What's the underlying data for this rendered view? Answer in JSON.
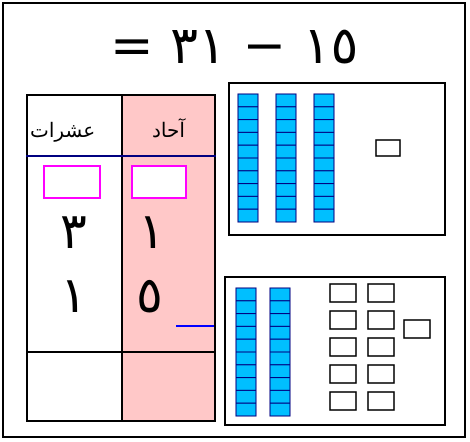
{
  "equation": {
    "text": "= ١٥ − ٣١"
  },
  "place_value_table": {
    "tens_label": "عشرات",
    "ones_label": "آحاد",
    "tens_digits": [
      "٣",
      "١"
    ],
    "ones_digits": [
      "١",
      "٥"
    ]
  },
  "colors": {
    "ones_column_fill": "#ffc8c8",
    "answer_box_border": "#ff00ff",
    "header_line": "#000080",
    "underline_accent": "#0000ff",
    "block_fill": "#00bfff",
    "block_line": "#000080"
  },
  "models": {
    "top": {
      "tens": 3,
      "ones": 1
    },
    "bottom": {
      "tens": 2,
      "ones": 11
    }
  }
}
